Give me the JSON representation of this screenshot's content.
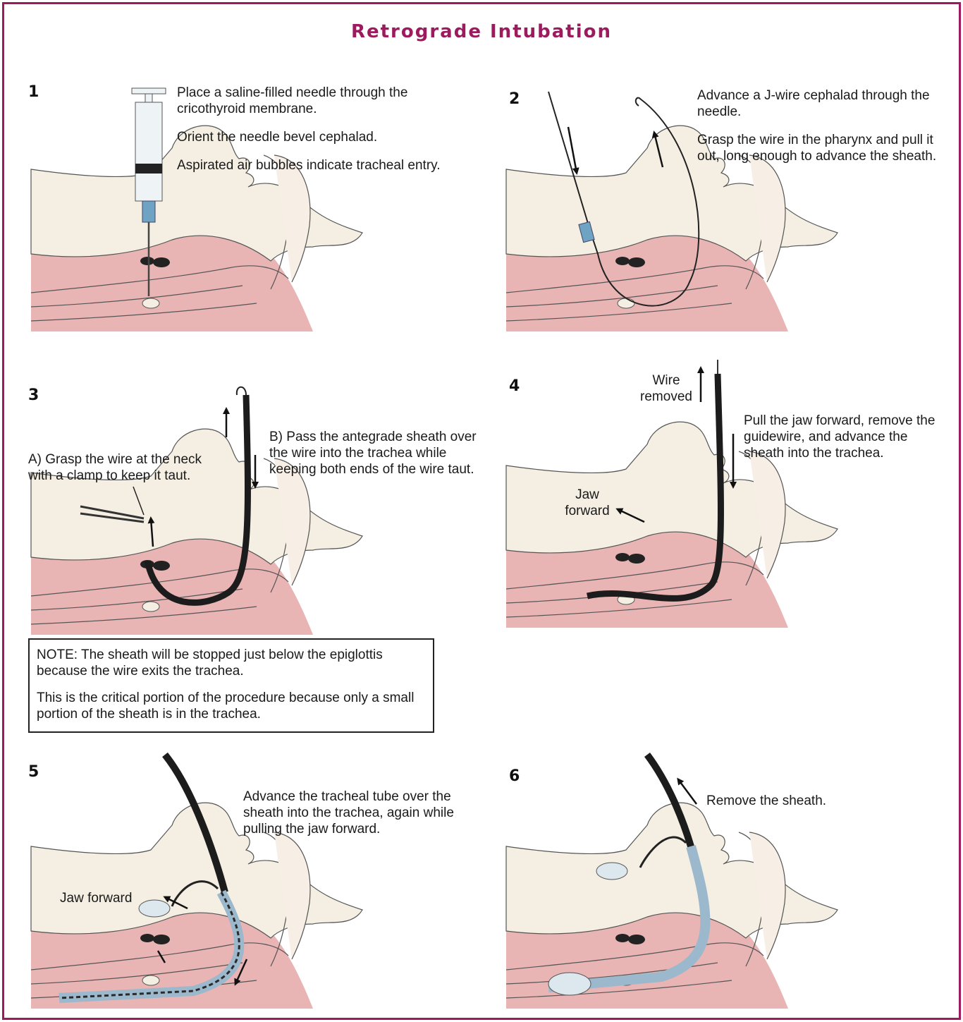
{
  "title": "Retrograde Intubation",
  "colors": {
    "accent": "#9c1a5e",
    "skin": "#f4efe2",
    "tissue": "#e8b4b4",
    "sheath": "#1c1c1c"
  },
  "steps": [
    {
      "number": "1",
      "text": [
        "Place a saline-filled needle through the cricothyroid membrane.",
        "Orient the needle bevel cephalad.",
        "Aspirated air bubbles indicate tracheal entry."
      ]
    },
    {
      "number": "2",
      "text": [
        "Advance a J-wire cephalad through the needle.",
        "Grasp the wire in the pharynx and pull it out, long enough to advance the sheath."
      ]
    },
    {
      "number": "3",
      "labels": {
        "a": "A) Grasp the wire at the neck with a clamp to keep it taut.",
        "b": "B) Pass the antegrade sheath over the wire into the trachea while keeping both ends of the wire taut."
      }
    },
    {
      "number": "4",
      "labels": {
        "wire": "Wire removed",
        "jaw": "Jaw forward",
        "main": "Pull the jaw forward, remove the guidewire, and advance the sheath into the trachea."
      }
    },
    {
      "number": "5",
      "text": [
        "Advance the tracheal tube over the sheath into the trachea, again while pulling the jaw forward."
      ],
      "labels": {
        "jaw": "Jaw forward"
      }
    },
    {
      "number": "6",
      "text": [
        "Remove the sheath."
      ]
    }
  ],
  "note": [
    "NOTE: The sheath will be stopped just below the epiglottis because the wire exits the trachea.",
    "This is the critical portion of the procedure because only a small portion of the sheath is in the trachea."
  ]
}
